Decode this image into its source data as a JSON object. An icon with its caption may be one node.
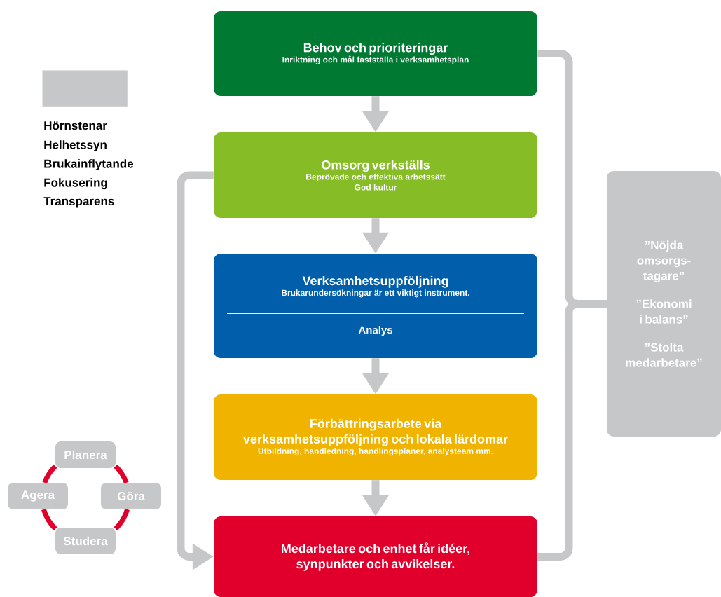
{
  "diagram": {
    "nodes": [
      {
        "text": [
          "Behov och prioriteringar",
          "Inriktning och mål fastställa i verksamhetsplan"
        ]
      },
      {
        "text": [
          "Omsorg verkställs",
          "Beprövade och effektiva arbetssätt",
          "God kultur"
        ]
      },
      {
        "text": [
          "Verksamhetsuppföljning",
          "Brukarundersökningar är ett viktigt instrument.",
          "Analys"
        ]
      },
      {
        "text": [
          "Förbättringsarbete via verksamhetsuppföljning och lokala lärdomar",
          "Utbildning, handledning, handlingsplaner, analysteam mm."
        ]
      },
      {
        "text": [
          "Medarbetare och enhet får idéer, synpunkter och avvikelser."
        ]
      },
      {
        "text": [
          "”Nöjda omsorgs-tagare”",
          "”Ekonomi i balans”",
          "”Stolta medarbetare”"
        ]
      },
      {
        "text": [
          "Planera"
        ]
      },
      {
        "text": [
          "Agera"
        ]
      },
      {
        "text": [
          "Göra"
        ]
      },
      {
        "text": [
          "Studera"
        ]
      }
    ],
    "edges": [
      {
        "from": 0,
        "to": 1,
        "arrow": "to"
      },
      {
        "from": 1,
        "to": 2,
        "arrow": "to"
      },
      {
        "from": 2,
        "to": 3,
        "arrow": "to"
      },
      {
        "from": 3,
        "to": 4,
        "arrow": "to"
      },
      {
        "from": 1,
        "to": 4,
        "arrow": "to"
      },
      {
        "from": 0,
        "to": 5,
        "arrow": "none"
      },
      {
        "from": 4,
        "to": 5,
        "arrow": "none"
      },
      {
        "from": 6,
        "to": 8,
        "arrow": "none",
        "color": "#e0002b"
      },
      {
        "from": 8,
        "to": 9,
        "arrow": "none",
        "color": "#e0002b"
      },
      {
        "from": 9,
        "to": 7,
        "arrow": "none",
        "color": "#e0002b"
      },
      {
        "from": 7,
        "to": 6,
        "arrow": "none",
        "color": "#e0002b"
      }
    ],
    "labels": [
      "Helhetssyn",
      "Brukainflytande",
      "Fokusering",
      "Transparens"
    ],
    "legend": [
      {
        "text": "Hörnstenar",
        "color": "#c6c7c9"
      }
    ]
  }
}
